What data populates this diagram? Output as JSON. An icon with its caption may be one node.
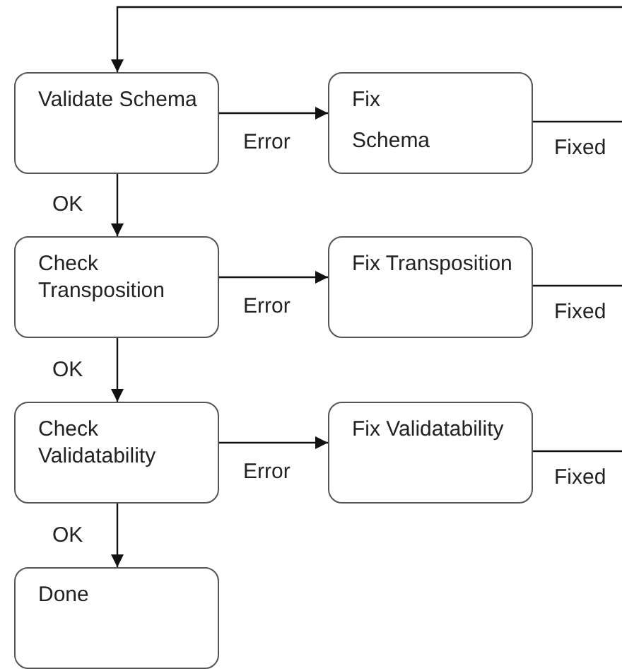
{
  "diagram": {
    "nodes": [
      {
        "text": [
          "Validate Schema"
        ]
      },
      {
        "text": [
          "Check Transposition"
        ]
      },
      {
        "text": [
          "Check Validatability"
        ]
      },
      {
        "text": [
          "Done"
        ]
      },
      {
        "text": [
          "Fix",
          "Schema"
        ]
      },
      {
        "text": [
          "Fix Transposition"
        ]
      },
      {
        "text": [
          "Fix Validatability"
        ]
      }
    ],
    "edges": [
      {
        "from": 0,
        "to": 1,
        "arrow": "to",
        "label": "OK"
      },
      {
        "from": 1,
        "to": 2,
        "arrow": "to",
        "label": "OK"
      },
      {
        "from": 2,
        "to": 3,
        "arrow": "to",
        "label": "OK"
      },
      {
        "from": 0,
        "to": 4,
        "arrow": "to",
        "label": "Error"
      },
      {
        "from": 1,
        "to": 5,
        "arrow": "to",
        "label": "Error"
      },
      {
        "from": 2,
        "to": 6,
        "arrow": "to",
        "label": "Error"
      },
      {
        "from": 4,
        "to": null,
        "arrow": "none",
        "label": "Fixed"
      },
      {
        "from": 5,
        "to": null,
        "arrow": "none",
        "label": "Fixed"
      },
      {
        "from": 6,
        "to": null,
        "arrow": "none",
        "label": "Fixed"
      },
      {
        "from": null,
        "to": 0,
        "arrow": "to"
      }
    ]
  }
}
